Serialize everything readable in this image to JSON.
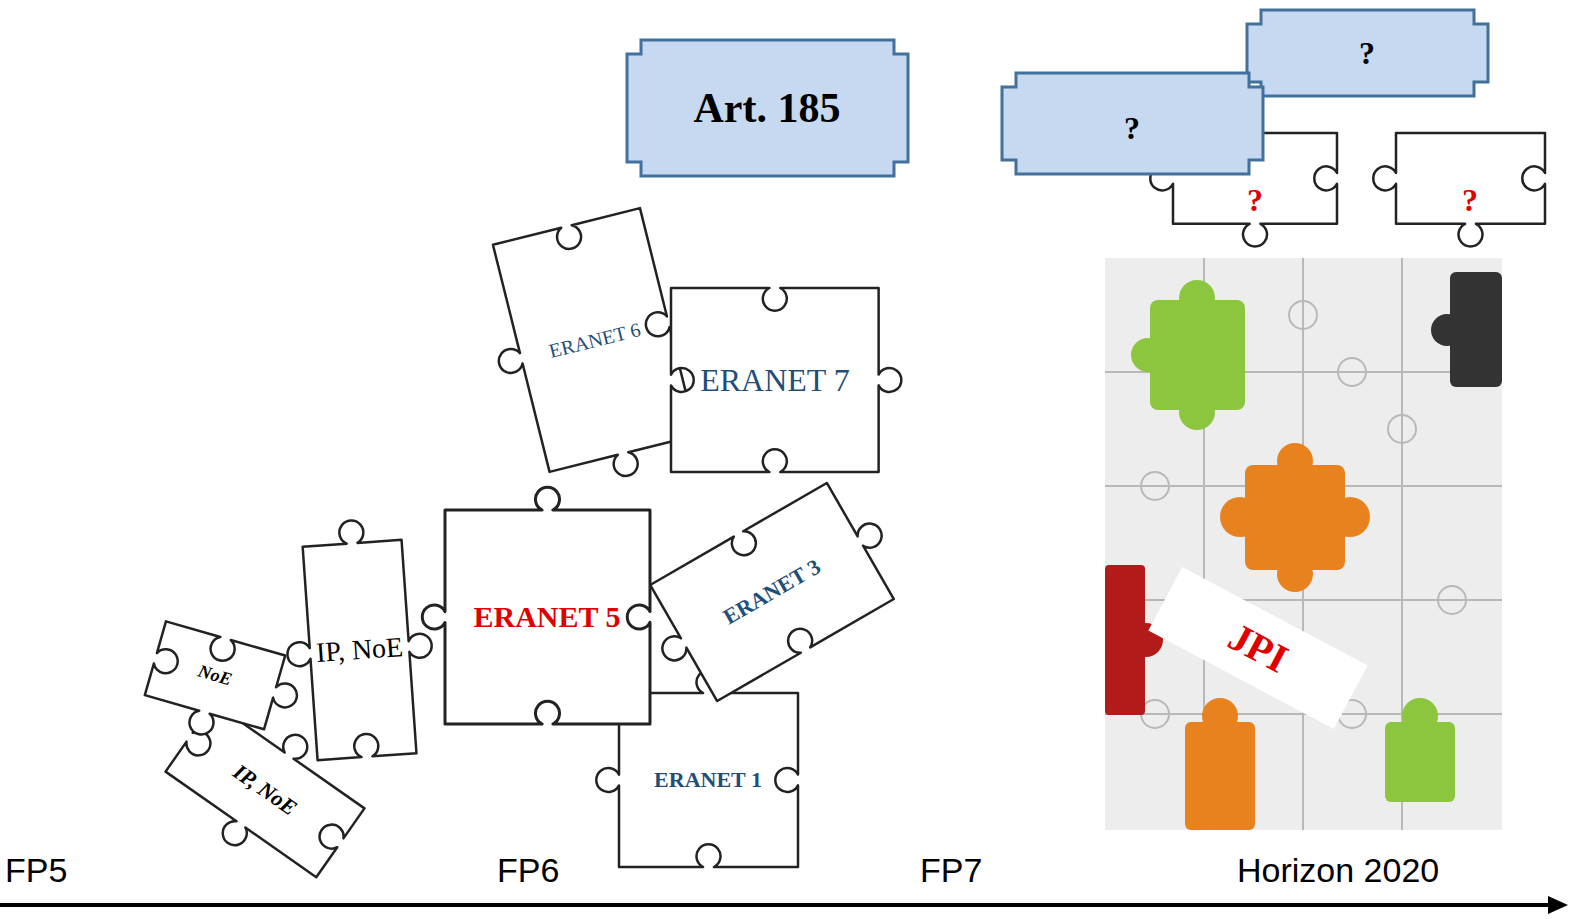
{
  "diagram": {
    "nodes": [
      {
        "text": [
          "Art. 185"
        ]
      },
      {
        "text": [
          "?"
        ]
      },
      {
        "text": [
          "?"
        ]
      },
      {
        "text": [
          "?"
        ]
      },
      {
        "text": [
          "?"
        ]
      },
      {
        "text": [
          "ERANET 6"
        ]
      },
      {
        "text": [
          "ERANET 7"
        ]
      },
      {
        "text": [
          "JPI"
        ]
      },
      {
        "text": [
          "ERANET 3"
        ]
      },
      {
        "text": [
          "NoE"
        ]
      },
      {
        "text": [
          "IP, NoE"
        ]
      },
      {
        "text": [
          "ERANET 5"
        ]
      },
      {
        "text": [
          "IP, NoE"
        ]
      },
      {
        "text": [
          "ERANET 1"
        ]
      }
    ],
    "labels": [
      "FP5",
      "FP6",
      "FP7",
      "Horizon 2020"
    ]
  }
}
